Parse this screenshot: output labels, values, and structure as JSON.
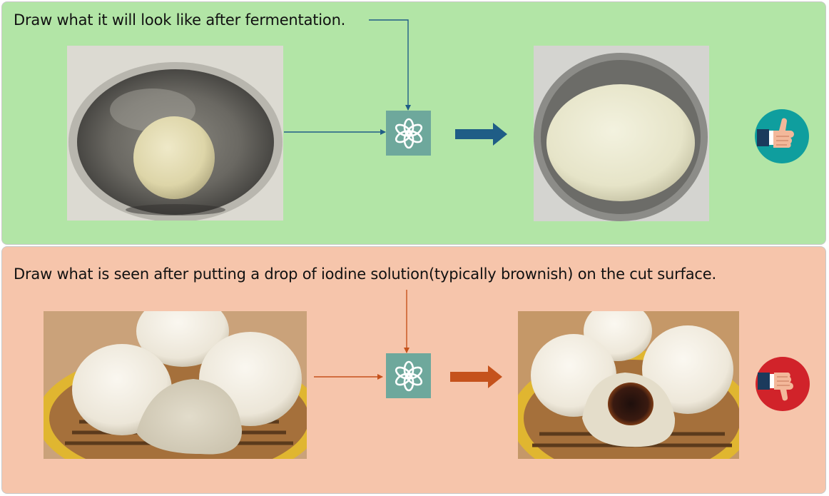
{
  "colors": {
    "top_panel_bg": "#b2e5a6",
    "bottom_panel_bg": "#f6c5ab",
    "top_arrow": "#1f5d86",
    "bottom_arrow": "#c5521c",
    "model_box": "#6ea89c",
    "thumbs_up_badge": "#0f9e9e",
    "thumbs_down_badge": "#d1232a"
  },
  "top_example": {
    "prompt": "Draw what it will look like after fermentation.",
    "input_image": "dough-ball-in-steel-bowl",
    "output_image": "risen-dough-filling-bowl",
    "model_icon": "chatgpt-logo-icon",
    "verdict_icon": "thumbs-up-icon",
    "verdict": "correct"
  },
  "bottom_example": {
    "prompt": "Draw what is seen after putting a drop of iodine solution(typically brownish) on the cut surface.",
    "input_image": "steamed-buns-in-bamboo-steamer-one-cut",
    "output_image": "cut-bun-with-dark-iodine-spot",
    "model_icon": "chatgpt-logo-icon",
    "verdict_icon": "thumbs-down-icon",
    "verdict": "incorrect"
  }
}
